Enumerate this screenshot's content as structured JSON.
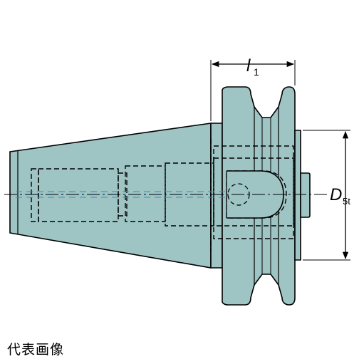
{
  "drawing": {
    "colors": {
      "body_fill": "#9fc4c4",
      "outline": "#000000",
      "centerline": "#000000",
      "centerline_accent": "#2a8fd0"
    },
    "dimensions": {
      "l1": {
        "symbol": "l",
        "subscript": "1"
      },
      "d5t": {
        "symbol": "D",
        "subscript": "5t"
      }
    }
  },
  "caption": "代表画像"
}
